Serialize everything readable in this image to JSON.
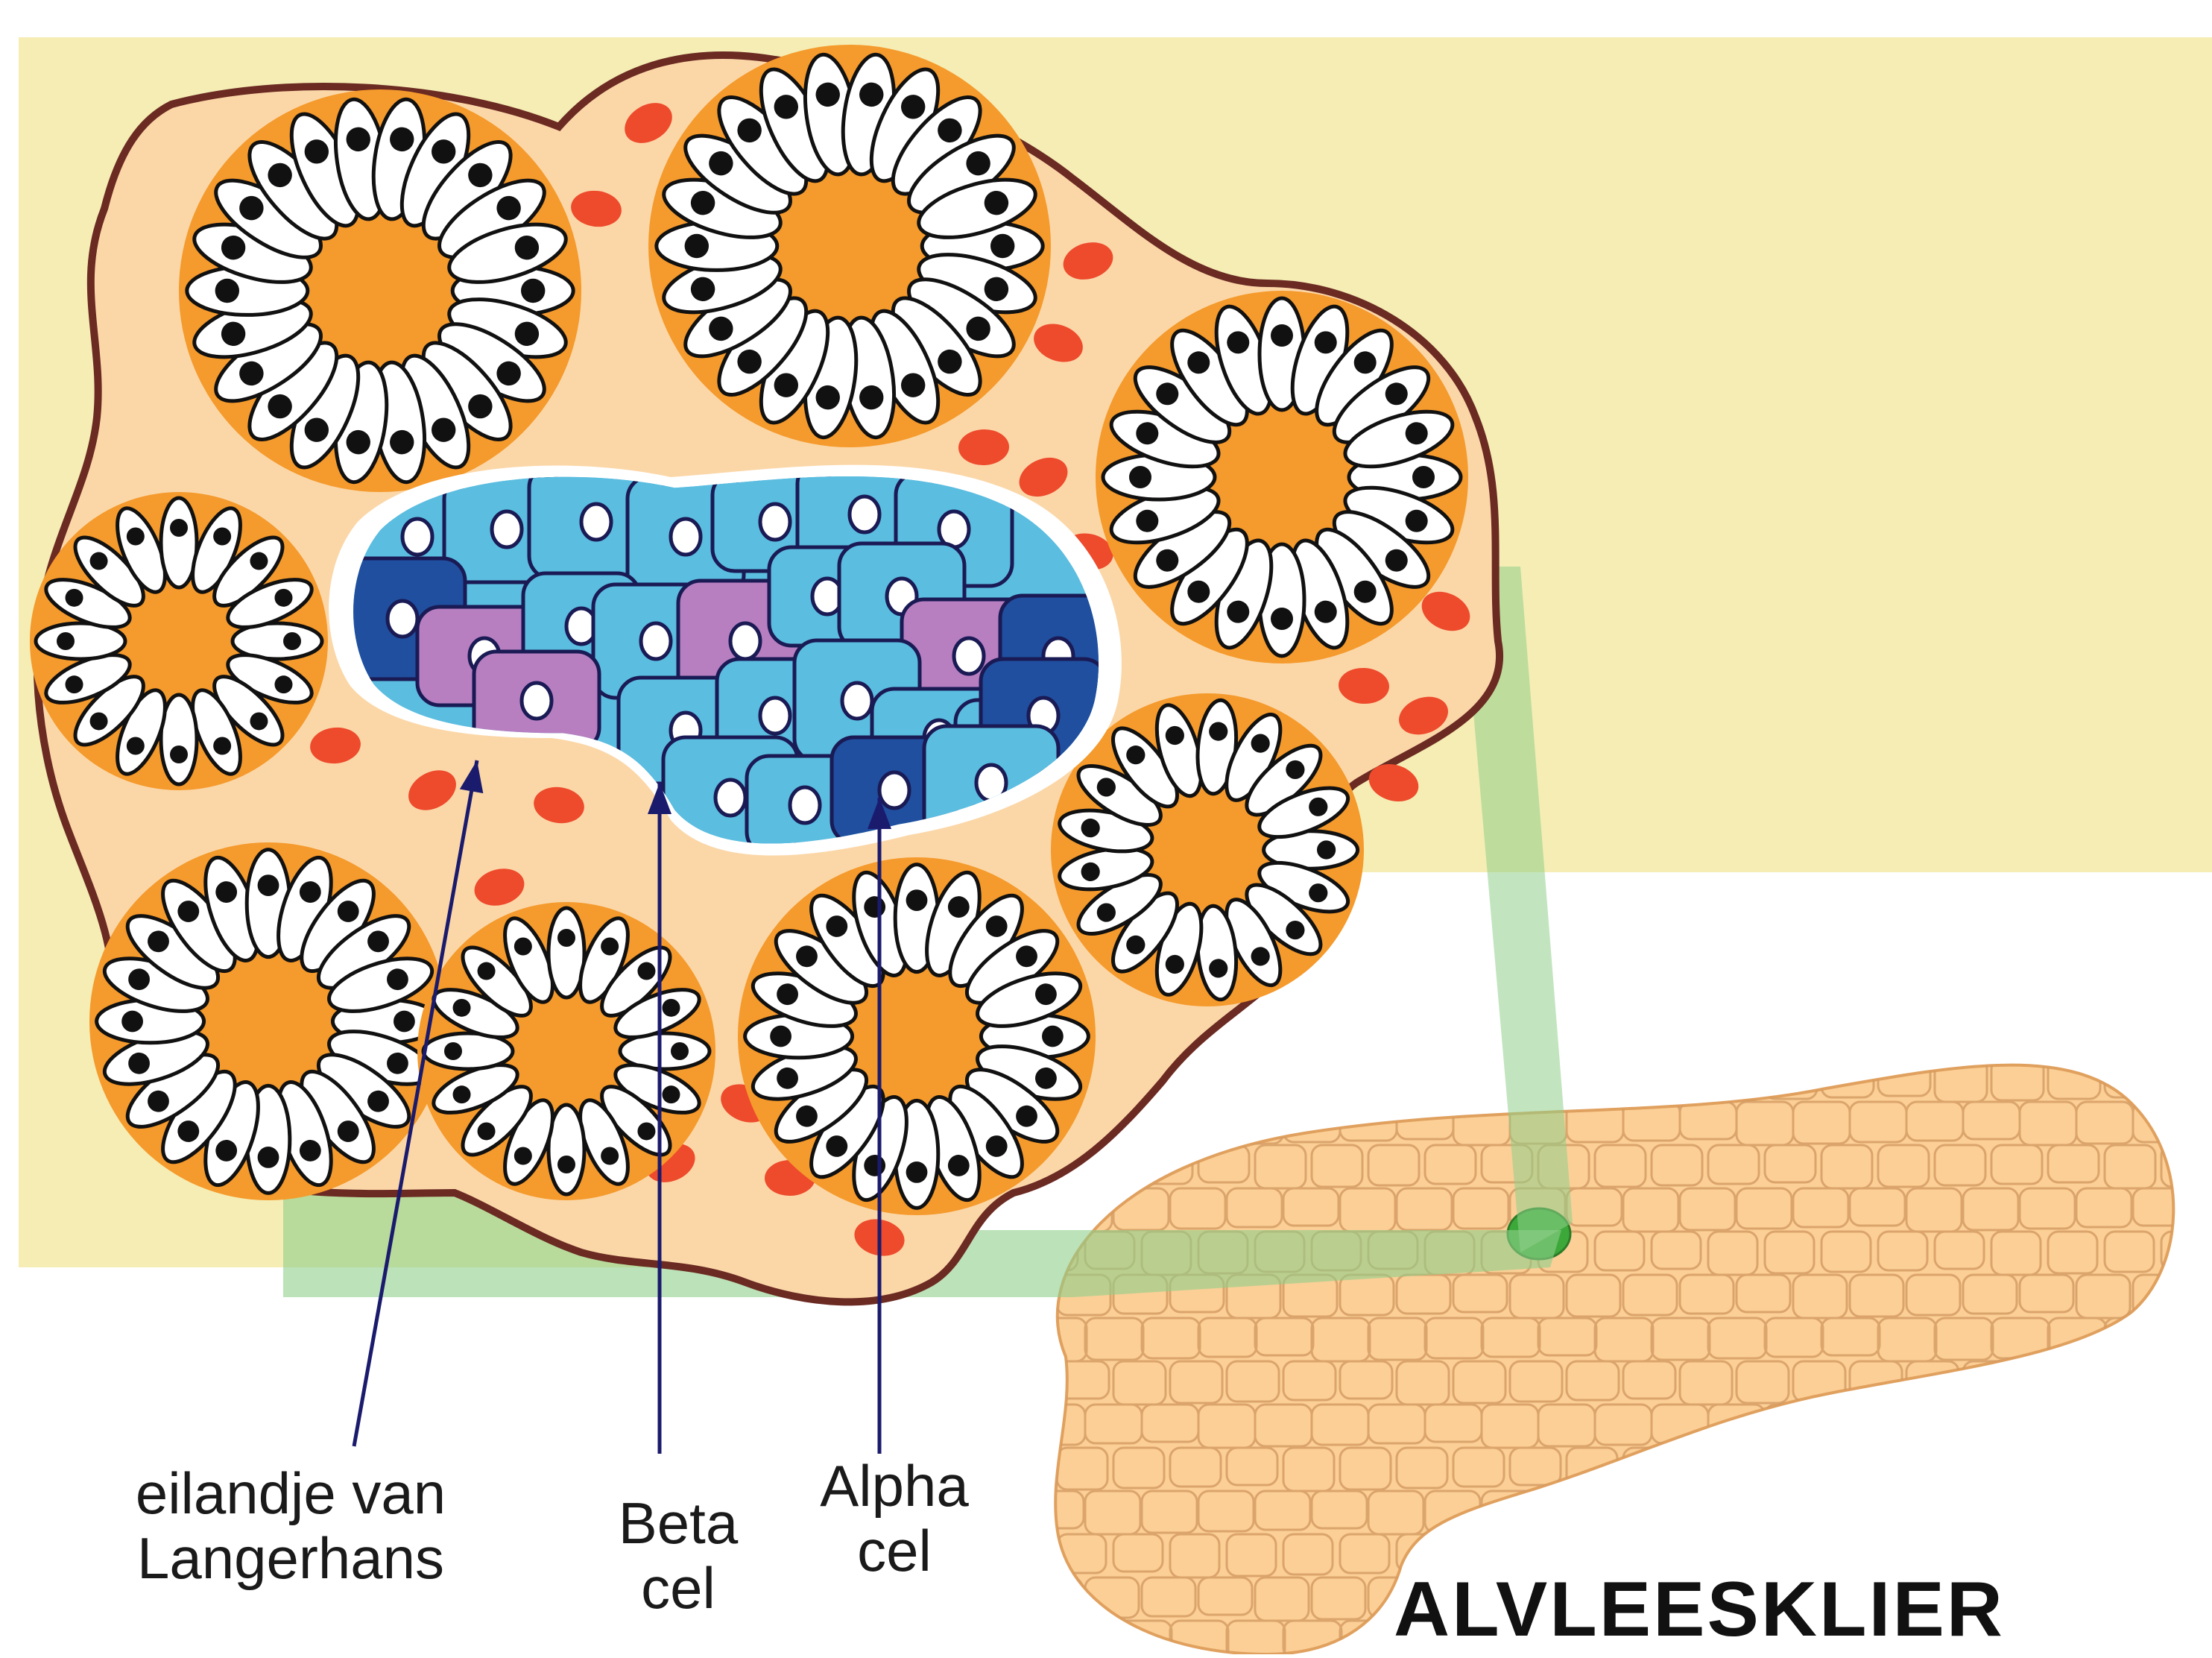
{
  "labels": {
    "islet": [
      "eilandje van",
      "Langerhans"
    ],
    "beta": [
      "Beta",
      "cel"
    ],
    "alpha": [
      "Alpha",
      "cel"
    ],
    "organ": "ALVLEESKLIER"
  },
  "colors": {
    "background_band": "#f5edb4",
    "tissue": "#fbd7a8",
    "tissue_outline": "#6b2a22",
    "acinus": "#f59a2c",
    "blood_cell": "#ee4a2c",
    "islet_border": "#ffffff",
    "beta_cell": "#5bbde0",
    "alpha_cell": "#b77fc0",
    "delta_cell": "#1f4f9e",
    "cell_outline": "#1a1a55",
    "arrow": "#1b1b6e",
    "magnify_zone": "#8fcf8a",
    "pancreas": "#fbcf96",
    "highlight_spot": "#3da83a"
  }
}
